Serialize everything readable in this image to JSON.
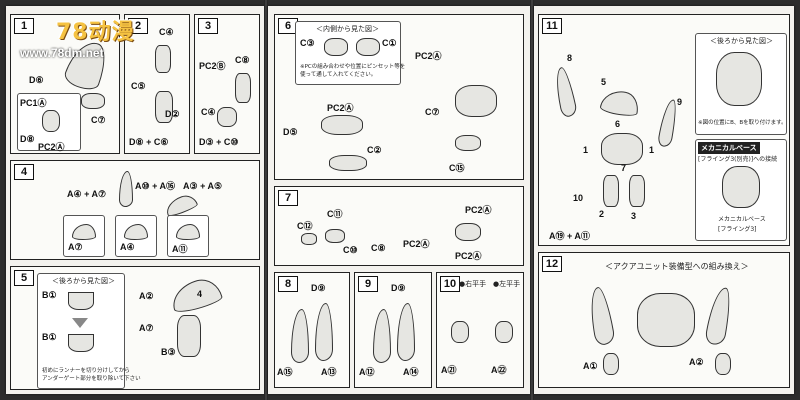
{
  "watermark": {
    "logo_text": "78动漫",
    "url": "www.78dm.net"
  },
  "steps": {
    "s1": {
      "num": "1",
      "lbl_d6": "D⑥",
      "lbl_pc1": "PC1Ⓐ",
      "lbl_pc2": "PC2Ⓐ",
      "lbl_d8": "D⑧",
      "lbl_c7": "C⑦"
    },
    "s2": {
      "num": "2",
      "lbl_c4": "C④",
      "lbl_c5": "C⑤",
      "lbl_d2": "D②",
      "lbl_eq": "D⑧ + C⑥"
    },
    "s3": {
      "num": "3",
      "lbl_pc2": "PC2Ⓑ",
      "lbl_c8": "C⑧",
      "lbl_c4": "C④",
      "lbl_eq": "D③ + C⑩"
    },
    "s4": {
      "num": "4",
      "lbl_a": "A④ + A⑦",
      "lbl_b": "A⑩ + A⑯",
      "lbl_c": "A③ + A⑤",
      "lbl_a7": "A⑦",
      "lbl_a4": "A④",
      "lbl_a11": "A⑪"
    },
    "s5": {
      "num": "5",
      "callout_title": "＜後ろから見た図＞",
      "lbl_b1": "B①",
      "lbl_b1b": "B①",
      "lbl_a2": "A②",
      "lbl_a7": "A⑦",
      "lbl_b3": "B③",
      "lbl_b4": "4",
      "note": "初めにランナーを切り分けしてから",
      "note2": "アンダーゲート部分を取り除いて下さい"
    },
    "s6": {
      "num": "6",
      "callout_title": "＜内側から見た図＞",
      "lbl_c3": "C③",
      "lbl_c1": "C①",
      "lbl_pc2": "PC2Ⓐ",
      "lbl_d5": "D⑤",
      "lbl_c2": "C②",
      "lbl_c15": "C⑮",
      "lbl_c7": "C⑦",
      "note": "※PCの組み合わせや位置にピンセット等を",
      "note2": "使って通して入れてください。"
    },
    "s7": {
      "num": "7",
      "lbl_c12": "C⑫",
      "lbl_c11": "C⑪",
      "lbl_c10": "C⑩",
      "lbl_c8": "C⑧",
      "lbl_pc2a": "PC2Ⓐ",
      "lbl_pc2b": "PC2Ⓐ",
      "lbl_pc2c": "PC2Ⓐ"
    },
    "s8": {
      "num": "8",
      "lbl_d9": "D⑨",
      "lbl_a15": "A⑮",
      "lbl_a13": "A⑬"
    },
    "s9": {
      "num": "9",
      "lbl_d9": "D⑨",
      "lbl_a12": "A⑫",
      "lbl_a14": "A⑭"
    },
    "s10": {
      "num": "10",
      "lbl_right": "●右平手",
      "lbl_left": "●左平手",
      "lbl_a1": "A㉑",
      "lbl_a2": "A㉒"
    },
    "s11": {
      "num": "11",
      "callout_title": "＜後ろから見た図＞",
      "lbl_8": "8",
      "lbl_5": "5",
      "lbl_9": "9",
      "lbl_6": "6",
      "lbl_1a": "1",
      "lbl_1b": "1",
      "lbl_7": "7",
      "lbl_10": "10",
      "lbl_2": "2",
      "lbl_3": "3",
      "lbl_eq": "A⑲ + A⑪",
      "note": "※図の位置にB、Bを取り付けます。",
      "base_title": "メカニカルベース",
      "base_sub": "[フライング3(別売)]への接続",
      "base_caption": "メカニカルベース",
      "base_caption2": "[フライング3]"
    },
    "s12": {
      "num": "12",
      "title": "＜アクアユニット装備型への組み換え＞",
      "lbl_a1": "A①",
      "lbl_a2": "A②"
    }
  },
  "colors": {
    "page": "#f3f2ee",
    "line": "#111111",
    "part_fill": "#e6e6e2",
    "logo_gold": "#f5c242"
  }
}
